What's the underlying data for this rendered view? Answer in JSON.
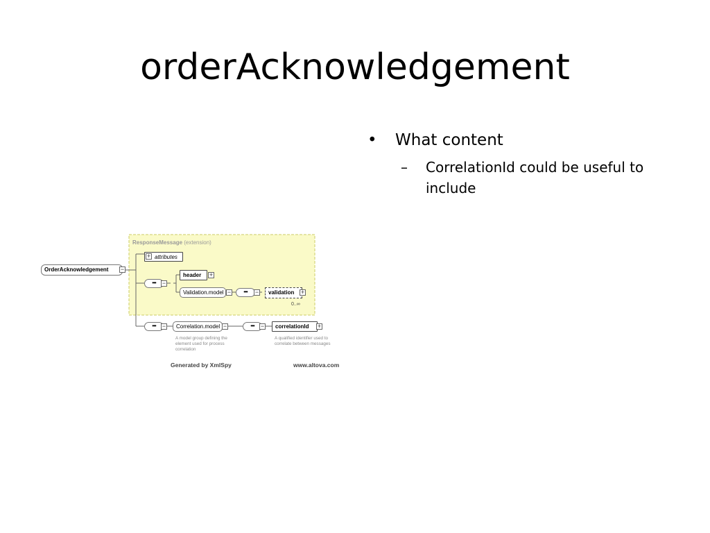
{
  "slide": {
    "title": "orderAcknowledgement",
    "bullets": [
      {
        "marker": "•",
        "text": "What content",
        "sub": [
          {
            "marker": "–",
            "text": "CorrelationId could be useful to include"
          }
        ]
      }
    ]
  },
  "diagram": {
    "extension_box": {
      "name": "ResponseMessage",
      "qualifier": "(extension)",
      "fill": "#fafac8",
      "border": "#cccc66"
    },
    "root_element": "OrderAcknowledgement",
    "attributes_label": "attributes",
    "sequence_glyph": "•••",
    "elements": {
      "header": "header",
      "validation_model": "Validation.model",
      "validation": "validation",
      "validation_cardinality": "0..∞",
      "correlation_model": "Correlation.model",
      "correlation_id": "correlationId"
    },
    "notes": {
      "correlation_model": "A model group defining the element used for process correlation",
      "correlation_id": "A qualified identifier used to correlate between messages"
    },
    "footer": {
      "left": "Generated by XmlSpy",
      "right": "www.altova.com"
    }
  }
}
